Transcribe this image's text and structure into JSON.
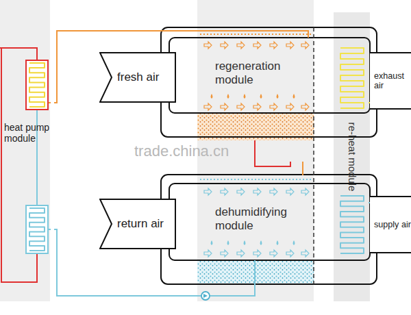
{
  "diagram": {
    "nodes": [
      {
        "text": [
          "heat pump module"
        ]
      },
      {
        "text": [
          "fresh air"
        ]
      },
      {
        "text": [
          "regeneration module"
        ]
      },
      {
        "text": [
          "return air"
        ]
      },
      {
        "text": [
          "dehumidifying module"
        ]
      },
      {
        "text": [
          "re-heat module"
        ]
      },
      {
        "text": [
          "exhaust air"
        ]
      },
      {
        "text": [
          "supply air"
        ]
      }
    ],
    "edges": [
      {
        "from": 0,
        "to": 2,
        "arrow": "none"
      },
      {
        "from": 4,
        "to": 0,
        "arrow": "none"
      }
    ],
    "labels": [
      "trade.china.cn"
    ]
  }
}
